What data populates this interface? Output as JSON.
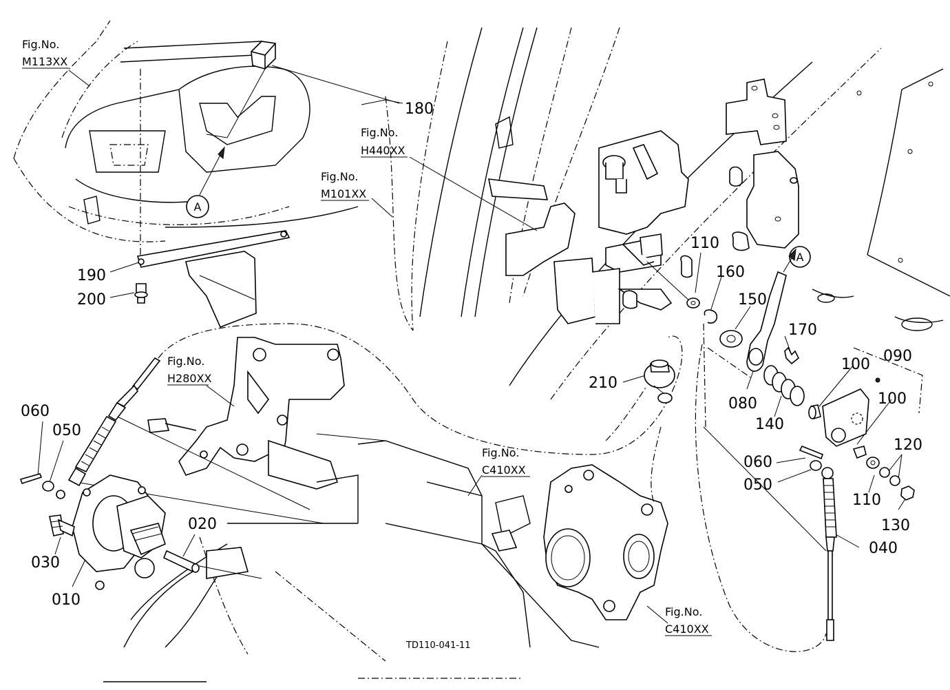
{
  "diagram_code": "TD110-041-11",
  "circle_marker": "A",
  "fig_refs": [
    {
      "title": "Fig.No.",
      "code": "M113XX"
    },
    {
      "title": "Fig.No.",
      "code": "H440XX"
    },
    {
      "title": "Fig.No.",
      "code": "M101XX"
    },
    {
      "title": "Fig.No.",
      "code": "H280XX"
    },
    {
      "title": "Fig.No.",
      "code": "C410XX"
    },
    {
      "title": "Fig.No.",
      "code": "C410XX"
    }
  ],
  "callouts": [
    "180",
    "190",
    "200",
    "110",
    "160",
    "150",
    "170",
    "090",
    "100",
    "100",
    "210",
    "080",
    "140",
    "060",
    "050",
    "110",
    "120",
    "130",
    "040",
    "060",
    "050",
    "030",
    "010",
    "020"
  ]
}
